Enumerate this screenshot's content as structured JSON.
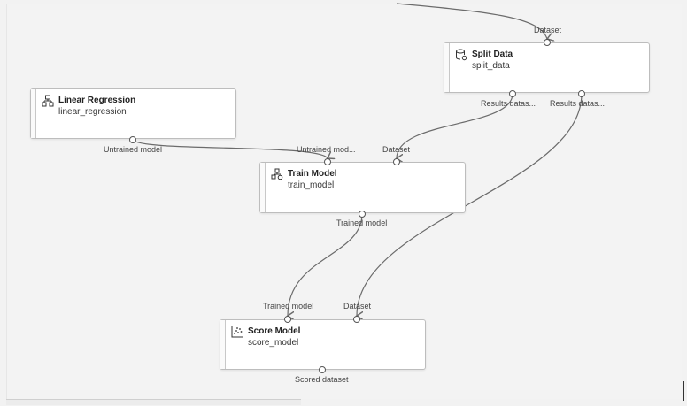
{
  "nodes": {
    "split_data": {
      "title": "Split Data",
      "name": "split_data",
      "icon": "database-icon",
      "input_label": "Dataset",
      "output1_label": "Results datas...",
      "output2_label": "Results datas..."
    },
    "linear_regression": {
      "title": "Linear Regression",
      "name": "linear_regression",
      "icon": "tree-structure-icon",
      "output_label": "Untrained model"
    },
    "train_model": {
      "title": "Train Model",
      "name": "train_model",
      "icon": "train-model-icon",
      "input1_label": "Untrained mod...",
      "input2_label": "Dataset",
      "output_label": "Trained model"
    },
    "score_model": {
      "title": "Score Model",
      "name": "score_model",
      "icon": "scatter-plot-icon",
      "input1_label": "Trained model",
      "input2_label": "Dataset",
      "output_label": "Scored dataset"
    }
  },
  "colors": {
    "edge": "#6b6b6b",
    "node_border": "#bdbdbd",
    "canvas": "#f3f3f3"
  }
}
